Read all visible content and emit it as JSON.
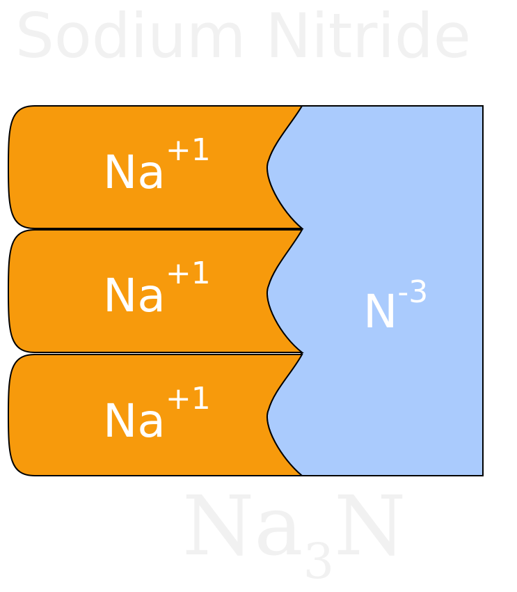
{
  "title": "Sodium Nitride",
  "colors": {
    "cation_fill": "#f79a0c",
    "anion_fill": "#aacbfd",
    "outline": "#000000",
    "ghost_text": "#f1f1f1",
    "ion_text": "#ffffff"
  },
  "cations": [
    {
      "symbol": "Na",
      "charge": "+1"
    },
    {
      "symbol": "Na",
      "charge": "+1"
    },
    {
      "symbol": "Na",
      "charge": "+1"
    }
  ],
  "anion": {
    "symbol": "N",
    "charge": "-3"
  },
  "formula": {
    "element1": "Na",
    "subscript": "3",
    "element2": "N"
  }
}
